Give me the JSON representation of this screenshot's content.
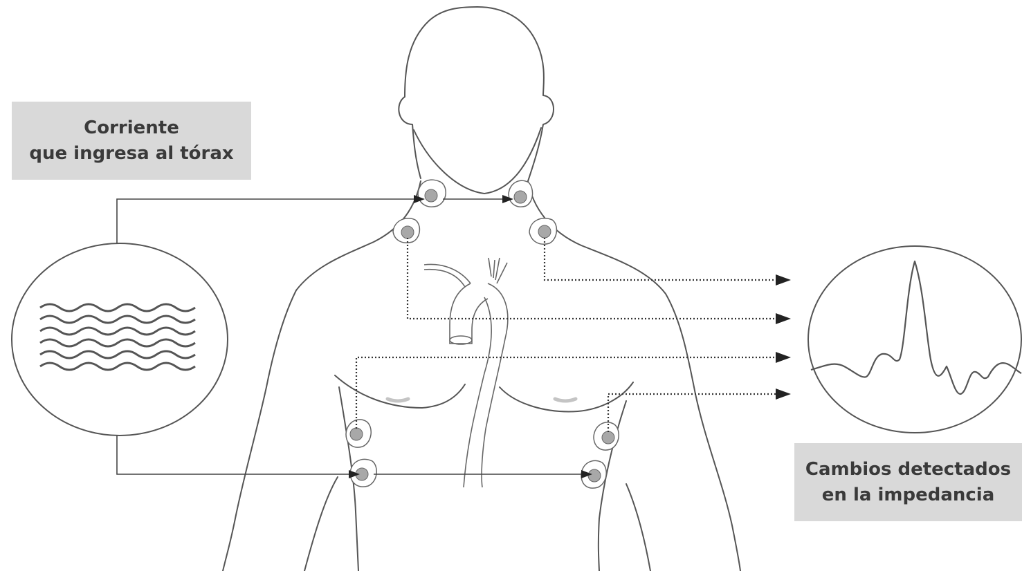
{
  "labels": {
    "current_input": {
      "line1": "Corriente",
      "line2": "que ingresa al tórax"
    },
    "impedance_changes": {
      "line1": "Cambios detectados",
      "line2": "en la impedancia"
    }
  },
  "colors": {
    "label_background": "#d9d9d9",
    "label_text": "#3a3a3a",
    "outline": "#555555",
    "electrode_fill": "#a8a8a8"
  },
  "icons": [
    "ac-current-source-icon",
    "impedance-waveform-icon",
    "electrode-icon",
    "heart-aorta-icon"
  ]
}
